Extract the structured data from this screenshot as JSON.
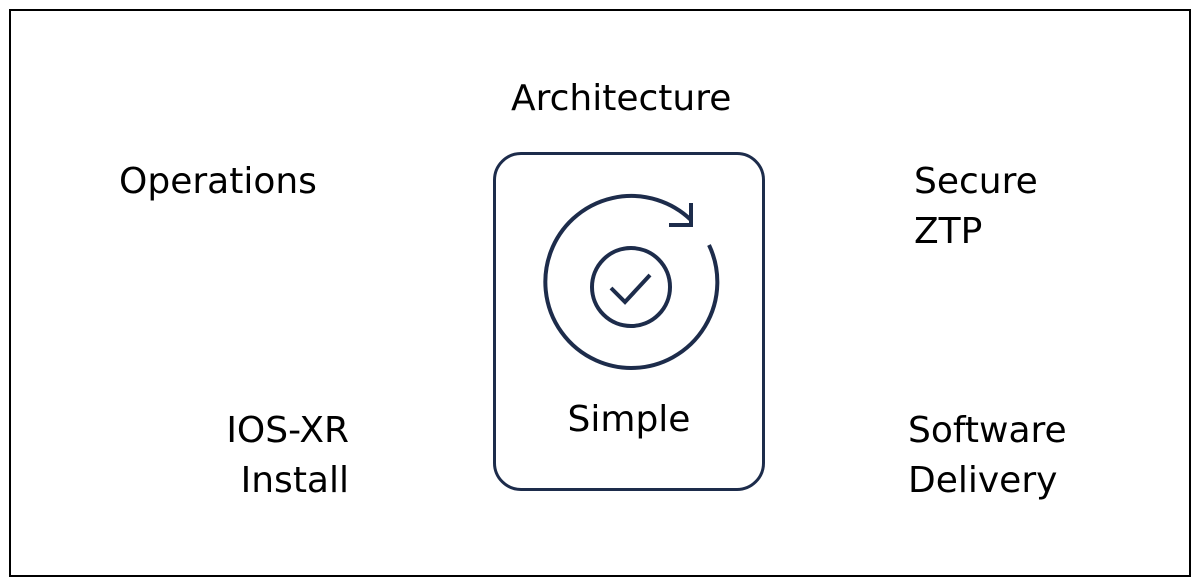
{
  "diagram": {
    "top_label": "Architecture",
    "left_top_label": "Operations",
    "right_top_label": [
      "Secure",
      "ZTP"
    ],
    "left_bottom_label": [
      "IOS-XR",
      "Install"
    ],
    "right_bottom_label": [
      "Software",
      "Delivery"
    ],
    "center_label": "Simple",
    "center_icon": "refresh-check-icon",
    "colors": {
      "card_stroke": "#1d2c4b",
      "text": "#000000",
      "frame": "#000000"
    }
  }
}
